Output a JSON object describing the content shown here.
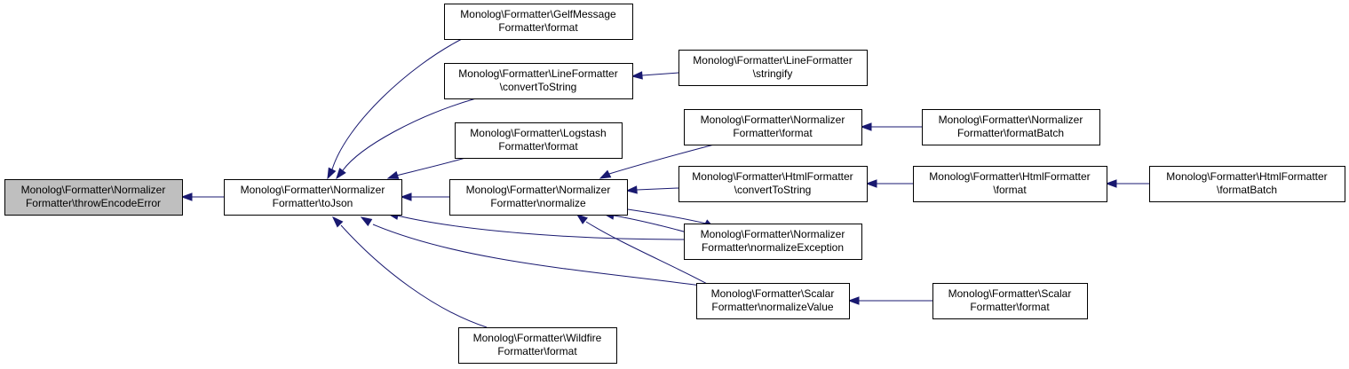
{
  "diagram": {
    "nodes": [
      {
        "id": "n1",
        "lines": [
          "Monolog\\Formatter\\Normalizer",
          "Formatter\\throwEncodeError"
        ],
        "fill": "#bfbfbf"
      },
      {
        "id": "n2",
        "lines": [
          "Monolog\\Formatter\\Normalizer",
          "Formatter\\toJson"
        ],
        "fill": "#ffffff"
      },
      {
        "id": "n3",
        "lines": [
          "Monolog\\Formatter\\GelfMessage",
          "Formatter\\format"
        ],
        "fill": "#ffffff"
      },
      {
        "id": "n4",
        "lines": [
          "Monolog\\Formatter\\LineFormatter",
          "\\convertToString"
        ],
        "fill": "#ffffff"
      },
      {
        "id": "n5",
        "lines": [
          "Monolog\\Formatter\\Logstash",
          "Formatter\\format"
        ],
        "fill": "#ffffff"
      },
      {
        "id": "n6",
        "lines": [
          "Monolog\\Formatter\\Normalizer",
          "Formatter\\normalize"
        ],
        "fill": "#ffffff"
      },
      {
        "id": "n7",
        "lines": [
          "Monolog\\Formatter\\Wildfire",
          "Formatter\\format"
        ],
        "fill": "#ffffff"
      },
      {
        "id": "n8",
        "lines": [
          "Monolog\\Formatter\\LineFormatter",
          "\\stringify"
        ],
        "fill": "#ffffff"
      },
      {
        "id": "n9",
        "lines": [
          "Monolog\\Formatter\\Normalizer",
          "Formatter\\format"
        ],
        "fill": "#ffffff"
      },
      {
        "id": "n10",
        "lines": [
          "Monolog\\Formatter\\HtmlFormatter",
          "\\convertToString"
        ],
        "fill": "#ffffff"
      },
      {
        "id": "n11",
        "lines": [
          "Monolog\\Formatter\\Normalizer",
          "Formatter\\normalizeException"
        ],
        "fill": "#ffffff"
      },
      {
        "id": "n12",
        "lines": [
          "Monolog\\Formatter\\Scalar",
          "Formatter\\normalizeValue"
        ],
        "fill": "#ffffff"
      },
      {
        "id": "n13",
        "lines": [
          "Monolog\\Formatter\\Normalizer",
          "Formatter\\formatBatch"
        ],
        "fill": "#ffffff"
      },
      {
        "id": "n14",
        "lines": [
          "Monolog\\Formatter\\HtmlFormatter",
          "\\format"
        ],
        "fill": "#ffffff"
      },
      {
        "id": "n15",
        "lines": [
          "Monolog\\Formatter\\Scalar",
          "Formatter\\format"
        ],
        "fill": "#ffffff"
      },
      {
        "id": "n16",
        "lines": [
          "Monolog\\Formatter\\HtmlFormatter",
          "\\formatBatch"
        ],
        "fill": "#ffffff"
      }
    ],
    "edges": [
      {
        "from": "n2",
        "to": "n1"
      },
      {
        "from": "n3",
        "to": "n2"
      },
      {
        "from": "n4",
        "to": "n2"
      },
      {
        "from": "n5",
        "to": "n2"
      },
      {
        "from": "n6",
        "to": "n2"
      },
      {
        "from": "n11",
        "to": "n2"
      },
      {
        "from": "n12",
        "to": "n2"
      },
      {
        "from": "n7",
        "to": "n2"
      },
      {
        "from": "n8",
        "to": "n4"
      },
      {
        "from": "n9",
        "to": "n6"
      },
      {
        "from": "n10",
        "to": "n6"
      },
      {
        "from": "n11",
        "to": "n6"
      },
      {
        "from": "n12",
        "to": "n6"
      },
      {
        "from": "n6",
        "to": "n11"
      },
      {
        "from": "n13",
        "to": "n9"
      },
      {
        "from": "n14",
        "to": "n10"
      },
      {
        "from": "n16",
        "to": "n14"
      },
      {
        "from": "n15",
        "to": "n12"
      }
    ],
    "colors": {
      "edge": "#191970",
      "node_border": "#000000",
      "highlight_fill": "#bfbfbf",
      "default_fill": "#ffffff"
    }
  }
}
